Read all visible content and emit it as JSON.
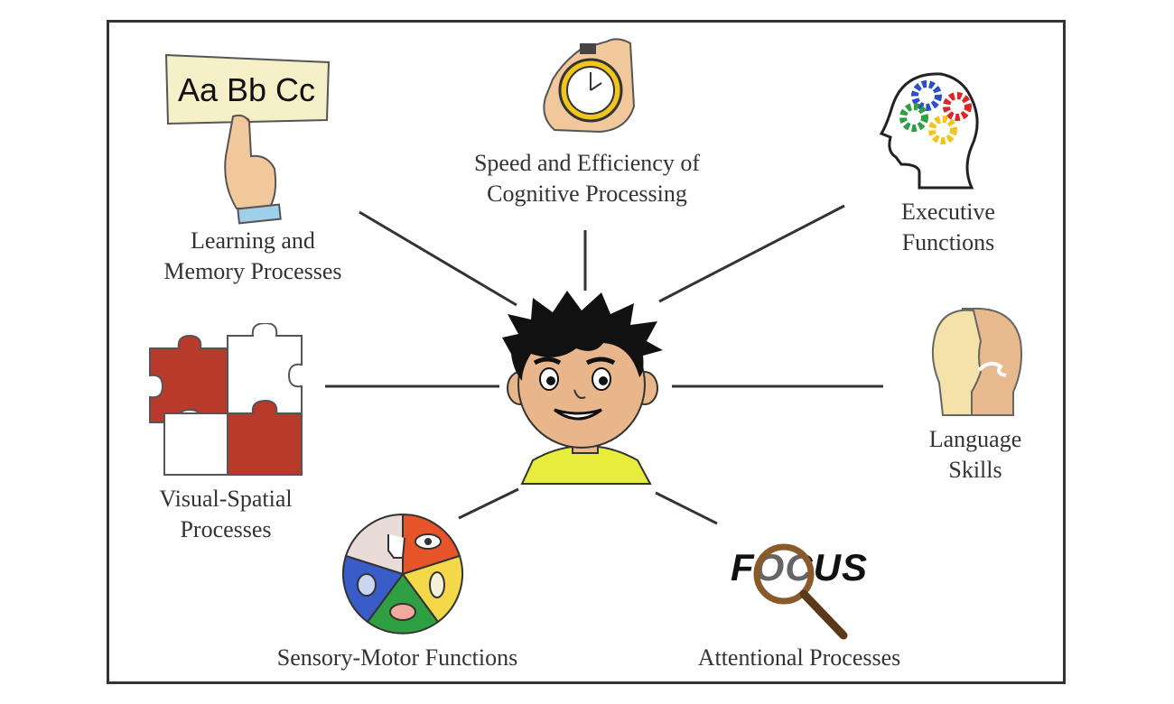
{
  "domains": {
    "learning": {
      "line1": "Learning and",
      "line2": "Memory Processes"
    },
    "speed": {
      "line1": "Speed and Efficiency of",
      "line2": "Cognitive Processing"
    },
    "executive": {
      "line1": "Executive",
      "line2": "Functions"
    },
    "visual": {
      "line1": "Visual-Spatial",
      "line2": "Processes"
    },
    "language": {
      "line1": "Language",
      "line2": "Skills"
    },
    "sensory": {
      "line1": "Sensory-Motor Functions"
    },
    "attention": {
      "line1": "Attentional Processes"
    }
  },
  "illustrations": {
    "learning_card_text": "Aa Bb Cc",
    "focus_text": "FOCUS"
  },
  "colors": {
    "puzzle_red": "#b83a2a",
    "shirt_yellow": "#e8ec3a",
    "skin": "#e9b58a",
    "hair": "#111111",
    "gear_red": "#d8282a",
    "gear_blue": "#2a4fc8",
    "gear_green": "#2ea043",
    "gear_yellow": "#f2c51c"
  }
}
